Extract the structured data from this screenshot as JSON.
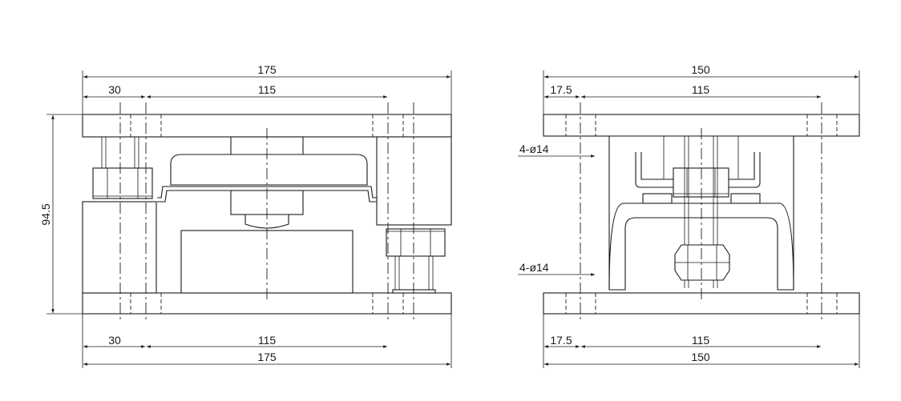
{
  "front_view": {
    "top_overall": "175",
    "top_left_offset": "30",
    "top_hole_spacing": "115",
    "height": "94.5",
    "bottom_left_offset": "30",
    "bottom_hole_spacing": "115",
    "bottom_overall": "175"
  },
  "side_view": {
    "top_overall": "150",
    "top_left_offset": "17.5",
    "top_hole_spacing": "115",
    "hole_callout_upper": "4-ø14",
    "hole_callout_lower": "4-ø14",
    "bottom_left_offset": "17.5",
    "bottom_hole_spacing": "115",
    "bottom_overall": "150"
  }
}
